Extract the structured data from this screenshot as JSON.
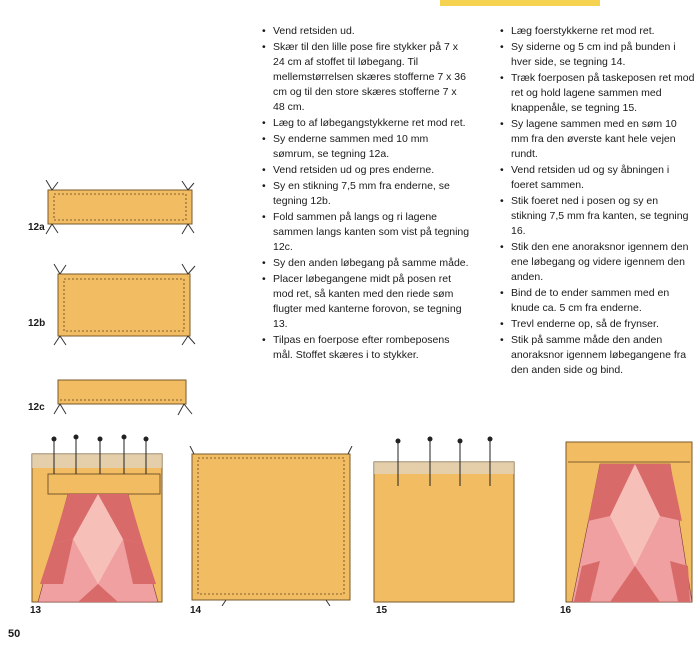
{
  "page": {
    "number": "50"
  },
  "instructions": {
    "left": [
      "Vend retsiden ud.",
      "Skær til den lille pose fire stykker på 7 x 24 cm af stoffet til løbegang. Til mellemstørrelsen skæres stofferne 7 x 36 cm og til den store skæres stofferne 7 x 48 cm.",
      "Læg to af løbegangstykkerne ret mod ret.",
      "Sy enderne sammen med 10 mm sømrum, se tegning 12a.",
      "Vend retsiden ud og pres enderne.",
      "Sy en stikning 7,5 mm fra enderne, se tegning 12b.",
      "Fold sammen på langs og ri lagene sammen langs kanten som vist på tegning 12c.",
      "Sy den anden løbegang på samme måde.",
      "Placer løbegangene midt på posen ret mod ret, så kanten med den riede søm flugter med kanterne forovon, se tegning 13.",
      "Tilpas en foerpose efter rombeposens mål. Stoffet skæres i to stykker."
    ],
    "right": [
      "Læg foerstykkerne ret mod ret.",
      "Sy siderne og 5 cm ind på bunden i hver side, se tegning 14.",
      "Træk foerposen på taskeposen ret mod ret og hold lagene sammen med knappenåle, se tegning 15.",
      "Sy lagene sammen med en søm 10 mm fra den øverste kant hele vejen rundt.",
      "Vend retsiden ud og sy åbningen i foeret sammen.",
      "Stik foeret ned i posen og sy en stikning 7,5 mm fra kanten, se tegning 16.",
      "Stik den ene anoraksnor igennem den ene løbegang og videre igennem den anden.",
      "Bind de to ender sammen med en knude ca. 5 cm fra enderne.",
      "Trevl enderne op, så de frynser.",
      "Stik på samme måde den anden anoraksnor igennem løbegangene fra den anden side og bind."
    ]
  },
  "figures": {
    "f12a": "12a",
    "f12b": "12b",
    "f12c": "12c",
    "f13": "13",
    "f14": "14",
    "f15": "15",
    "f16": "16"
  },
  "colors": {
    "fabric": "#f2bc62",
    "fabric_dark": "#e0a048",
    "pink": "#f0a0a0",
    "red": "#d96a6a",
    "stitch": "#5a4020"
  }
}
